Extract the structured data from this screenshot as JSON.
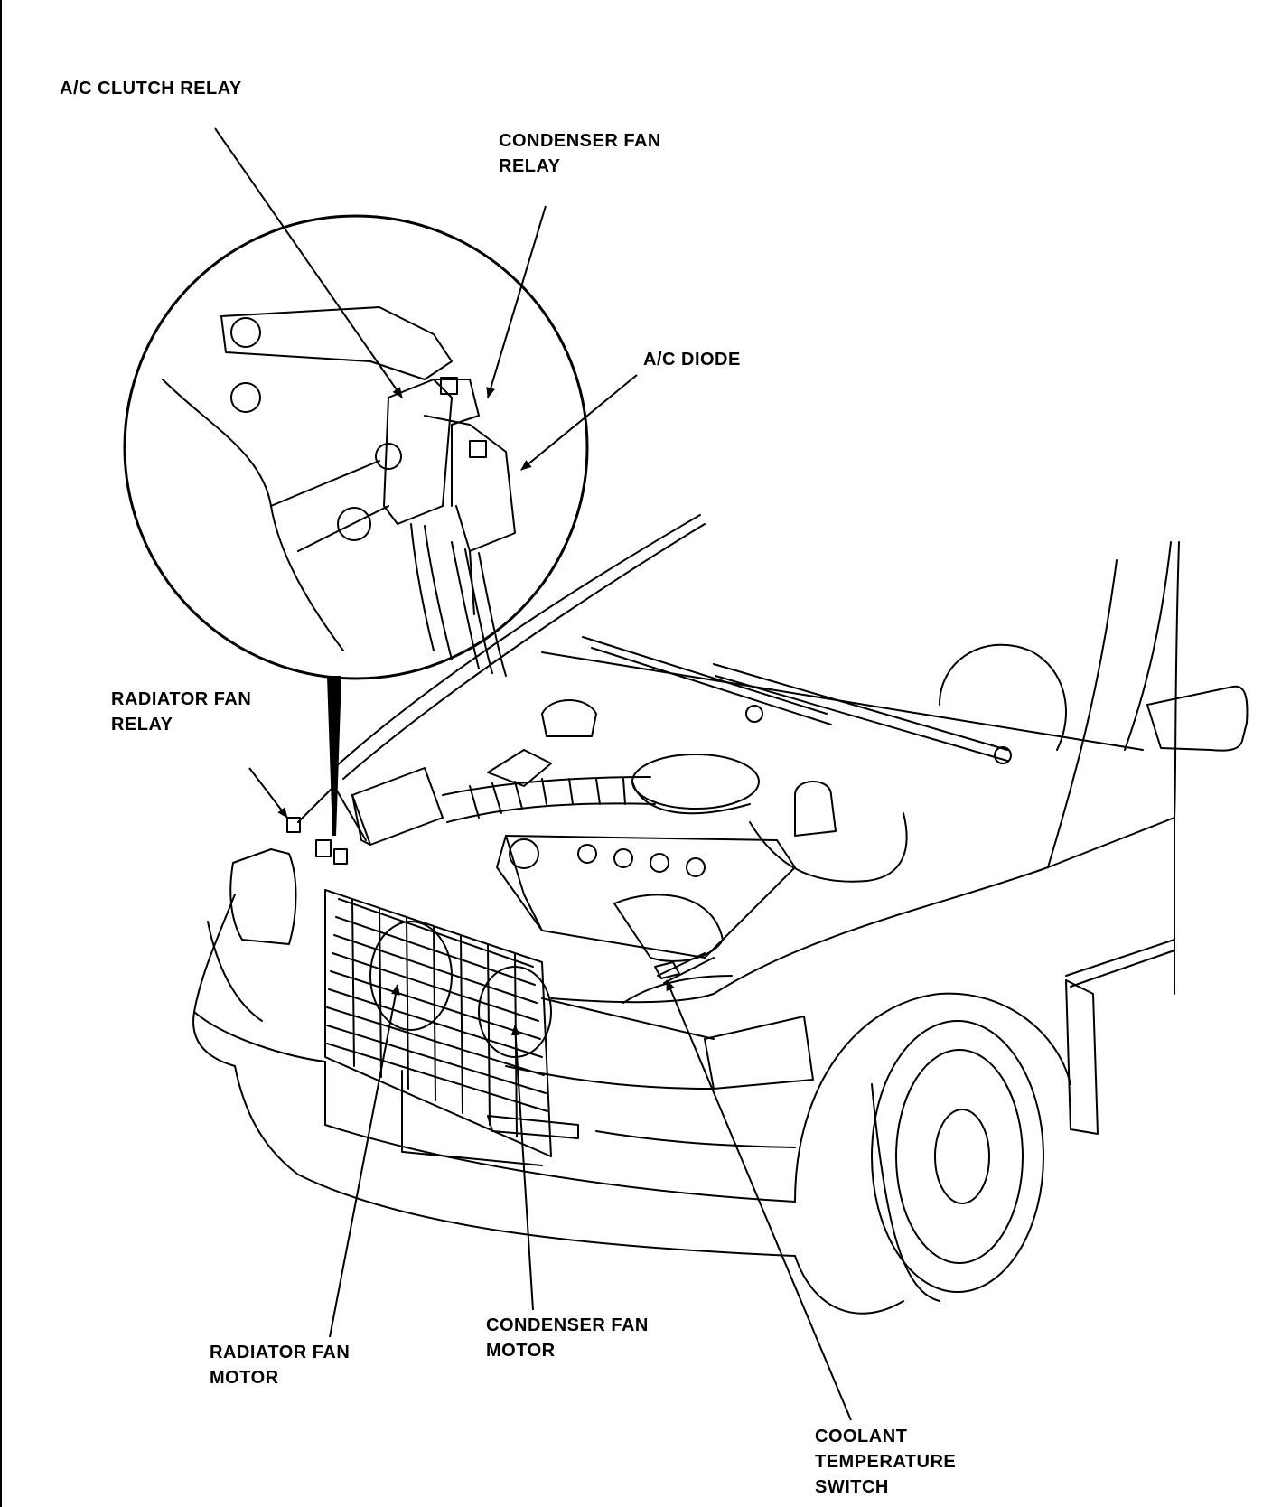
{
  "diagram": {
    "colors": {
      "ink": "#000000",
      "paper": "#ffffff"
    },
    "labels": {
      "ac_clutch_relay": [
        "A/C CLUTCH RELAY"
      ],
      "condenser_fan_relay": [
        "CONDENSER FAN",
        "RELAY"
      ],
      "ac_diode": [
        "A/C DIODE"
      ],
      "radiator_fan_relay": [
        "RADIATOR FAN",
        "RELAY"
      ],
      "condenser_fan_motor": [
        "CONDENSER FAN",
        "MOTOR"
      ],
      "radiator_fan_motor": [
        "RADIATOR FAN",
        "MOTOR"
      ],
      "coolant_temperature_switch": [
        "COOLANT",
        "TEMPERATURE",
        "SWITCH"
      ]
    }
  }
}
